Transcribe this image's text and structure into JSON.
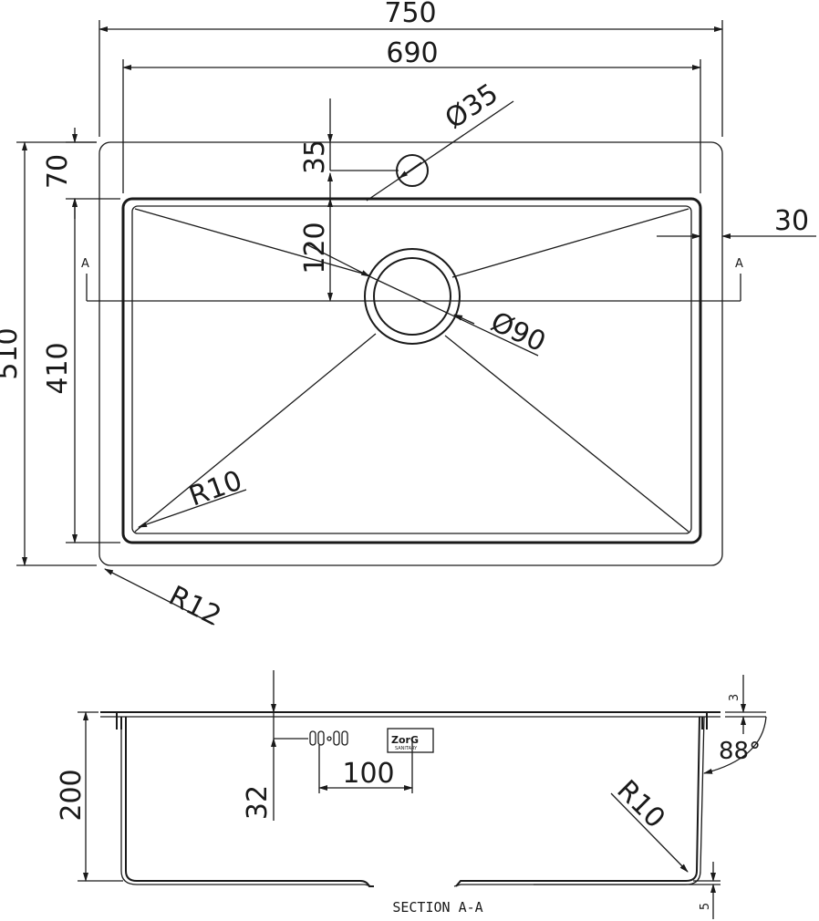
{
  "top_view": {
    "dims": {
      "overall_width": "750",
      "bowl_width": "690",
      "tap_hole_diameter": "Ø35",
      "tap_hole_offset": "35",
      "top_margin": "70",
      "right_margin": "30",
      "drain_offset": "120",
      "drain_diameter": "Ø90",
      "overall_depth": "510",
      "bowl_depth": "410",
      "inner_radius": "R10",
      "outer_radius": "R12"
    },
    "section_marks": [
      "A",
      "A"
    ]
  },
  "section_view": {
    "dims": {
      "height": "200",
      "overflow_height": "32",
      "overflow_width": "100",
      "rim_thickness": "3",
      "wall_angle": "88°",
      "corner_radius": "R10",
      "bottom_offset": "5"
    },
    "logo": {
      "brand": "ZorG",
      "sub": "SANITARY"
    },
    "caption": "SECTION A-A"
  }
}
